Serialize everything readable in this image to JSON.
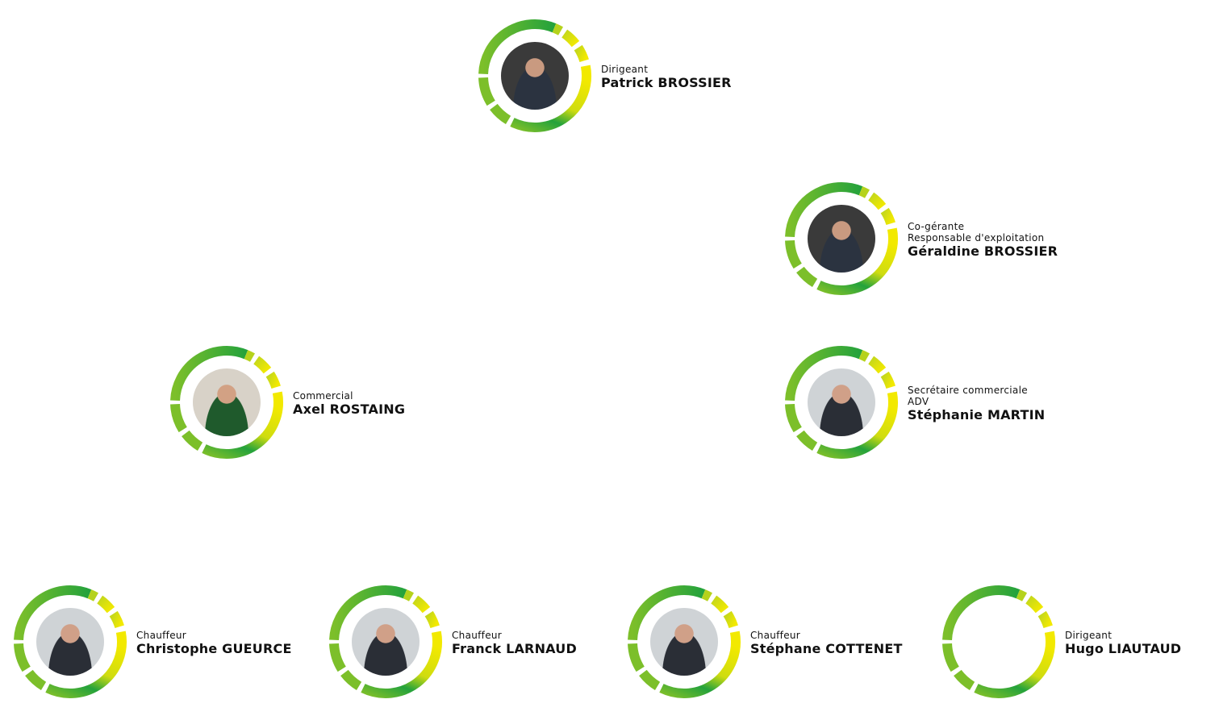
{
  "members": [
    {
      "id": "patrick",
      "roles": [
        "Dirigeant"
      ],
      "name": "Patrick BROSSIER",
      "photo": "has"
    },
    {
      "id": "geraldine",
      "roles": [
        "Co-gérante",
        "Responsable d'exploitation"
      ],
      "name": "Géraldine BROSSIER",
      "photo": "has"
    },
    {
      "id": "axel",
      "roles": [
        "Commercial"
      ],
      "name": "Axel ROSTAING",
      "photo": "green"
    },
    {
      "id": "stephanie",
      "roles": [
        "Secrétaire commerciale",
        "ADV"
      ],
      "name": "Stéphanie MARTIN",
      "photo": "light"
    },
    {
      "id": "christophe",
      "roles": [
        "Chauffeur"
      ],
      "name": "Christophe GUEURCE",
      "photo": "light"
    },
    {
      "id": "franck",
      "roles": [
        "Chauffeur"
      ],
      "name": "Franck LARNAUD",
      "photo": "light"
    },
    {
      "id": "stephane",
      "roles": [
        "Chauffeur"
      ],
      "name": "Stéphane COTTENET",
      "photo": "light"
    },
    {
      "id": "hugo",
      "roles": [
        "Dirigeant"
      ],
      "name": "Hugo LIAUTAUD",
      "photo": "none"
    }
  ],
  "colors": {
    "green": "#24a23c",
    "lime": "#7cbf2a",
    "yellow": "#f2e900"
  }
}
